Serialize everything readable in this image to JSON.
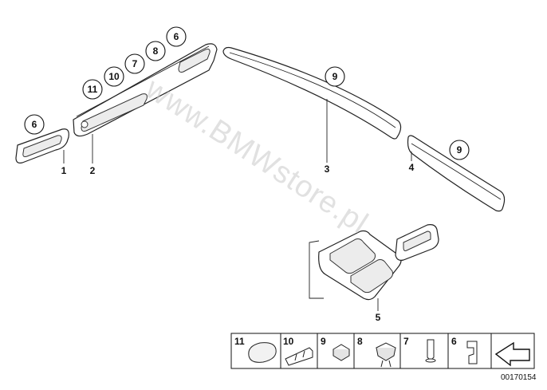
{
  "watermark": "www.BMWstore.pl",
  "diagram_id": "00170154",
  "part_numbers": [
    "1",
    "2",
    "3",
    "4",
    "5"
  ],
  "callouts": {
    "part1": [
      "6"
    ],
    "part2": [
      "11",
      "10",
      "7",
      "8",
      "6"
    ],
    "part3": [
      "9"
    ],
    "part4": [
      "9"
    ]
  },
  "legend": [
    {
      "label": "11",
      "icon": "cap-icon"
    },
    {
      "label": "10",
      "icon": "bracket-clip-icon"
    },
    {
      "label": "9",
      "icon": "square-clip-icon"
    },
    {
      "label": "8",
      "icon": "expanding-clip-icon"
    },
    {
      "label": "7",
      "icon": "screw-pin-icon"
    },
    {
      "label": "6",
      "icon": "spring-clip-icon"
    },
    {
      "label": "",
      "icon": "direction-arrow-icon"
    }
  ]
}
